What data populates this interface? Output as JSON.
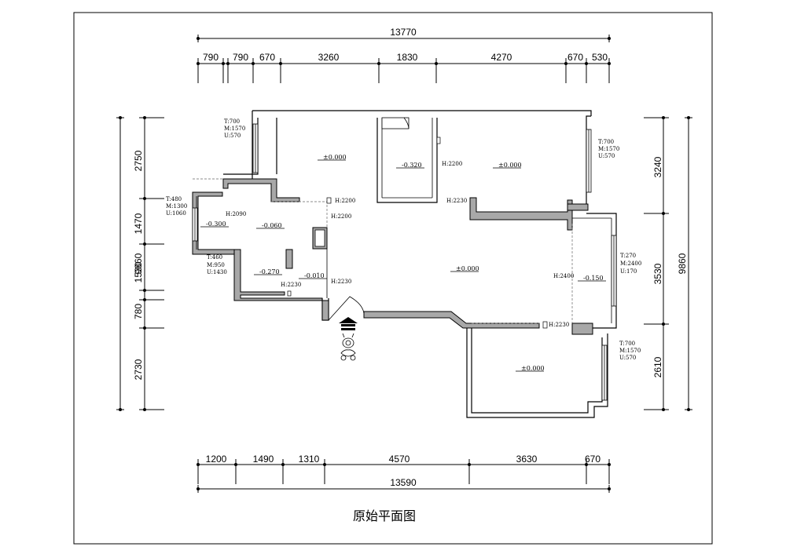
{
  "title": "原始平面图",
  "top_dims": {
    "total": "13770",
    "segments": [
      "790",
      "790",
      "670",
      "3260",
      "1830",
      "4270",
      "670",
      "530"
    ]
  },
  "bottom_dims": {
    "total": "13590",
    "segments": [
      "1200",
      "1490",
      "1310",
      "4570",
      "3630",
      "670"
    ]
  },
  "left_dims": {
    "total": "9860",
    "segments": [
      "2750",
      "1470",
      "1530",
      "780",
      "2730"
    ]
  },
  "right_dims": {
    "total": "9860",
    "segments": [
      "3240",
      "3530",
      "2610"
    ]
  },
  "window_notes": [
    {
      "t": "T:700",
      "m": "M:1570",
      "u": "U:570"
    },
    {
      "t": "T:700",
      "m": "M:1570",
      "u": "U:570"
    },
    {
      "t": "T:480",
      "m": "M:1300",
      "u": "U:1060"
    },
    {
      "t": "T:270",
      "m": "M:2400",
      "u": "U:170"
    },
    {
      "t": "T:460",
      "m": "M:950",
      "u": "U:1430"
    },
    {
      "t": "T:700",
      "m": "M:1570",
      "u": "U:570"
    }
  ],
  "heights": [
    "H:2200",
    "H:2230",
    "H:2200",
    "H:2090",
    "H:2200",
    "H:2230",
    "H:2230",
    "H:2400",
    "H:2230"
  ],
  "levels": [
    "±0.000",
    "-0.320",
    "±0.000",
    "-0.300",
    "-0.060",
    "±0.000",
    "-0.270",
    "-0.010",
    "-0.150",
    "±0.000"
  ],
  "icons": [
    "entrance-arrow-icon",
    "person-icon"
  ]
}
